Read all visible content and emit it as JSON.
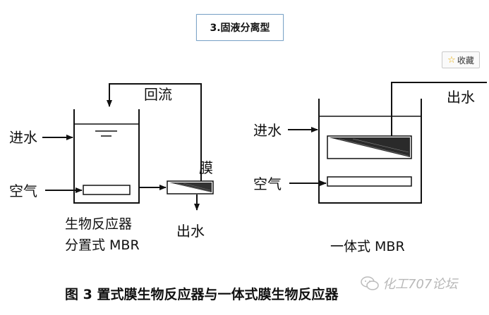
{
  "header": {
    "title": "3.固液分离型"
  },
  "favorite_button": {
    "label": "收藏",
    "icon": "star-icon"
  },
  "diagram": {
    "left": {
      "inlet": "进水",
      "air": "空气",
      "reflux": "回流",
      "membrane": "膜",
      "outlet": "出水",
      "caption_line1": "生物反应器",
      "caption_line2": "分置式 MBR"
    },
    "right": {
      "inlet": "进水",
      "air": "空气",
      "outlet": "出水",
      "caption": "一体式 MBR"
    },
    "figure_caption": "图 3   置式膜生物反应器与一体式膜生物反应器"
  },
  "watermark": {
    "text": "化工707论坛",
    "icon": "wechat-icon"
  }
}
